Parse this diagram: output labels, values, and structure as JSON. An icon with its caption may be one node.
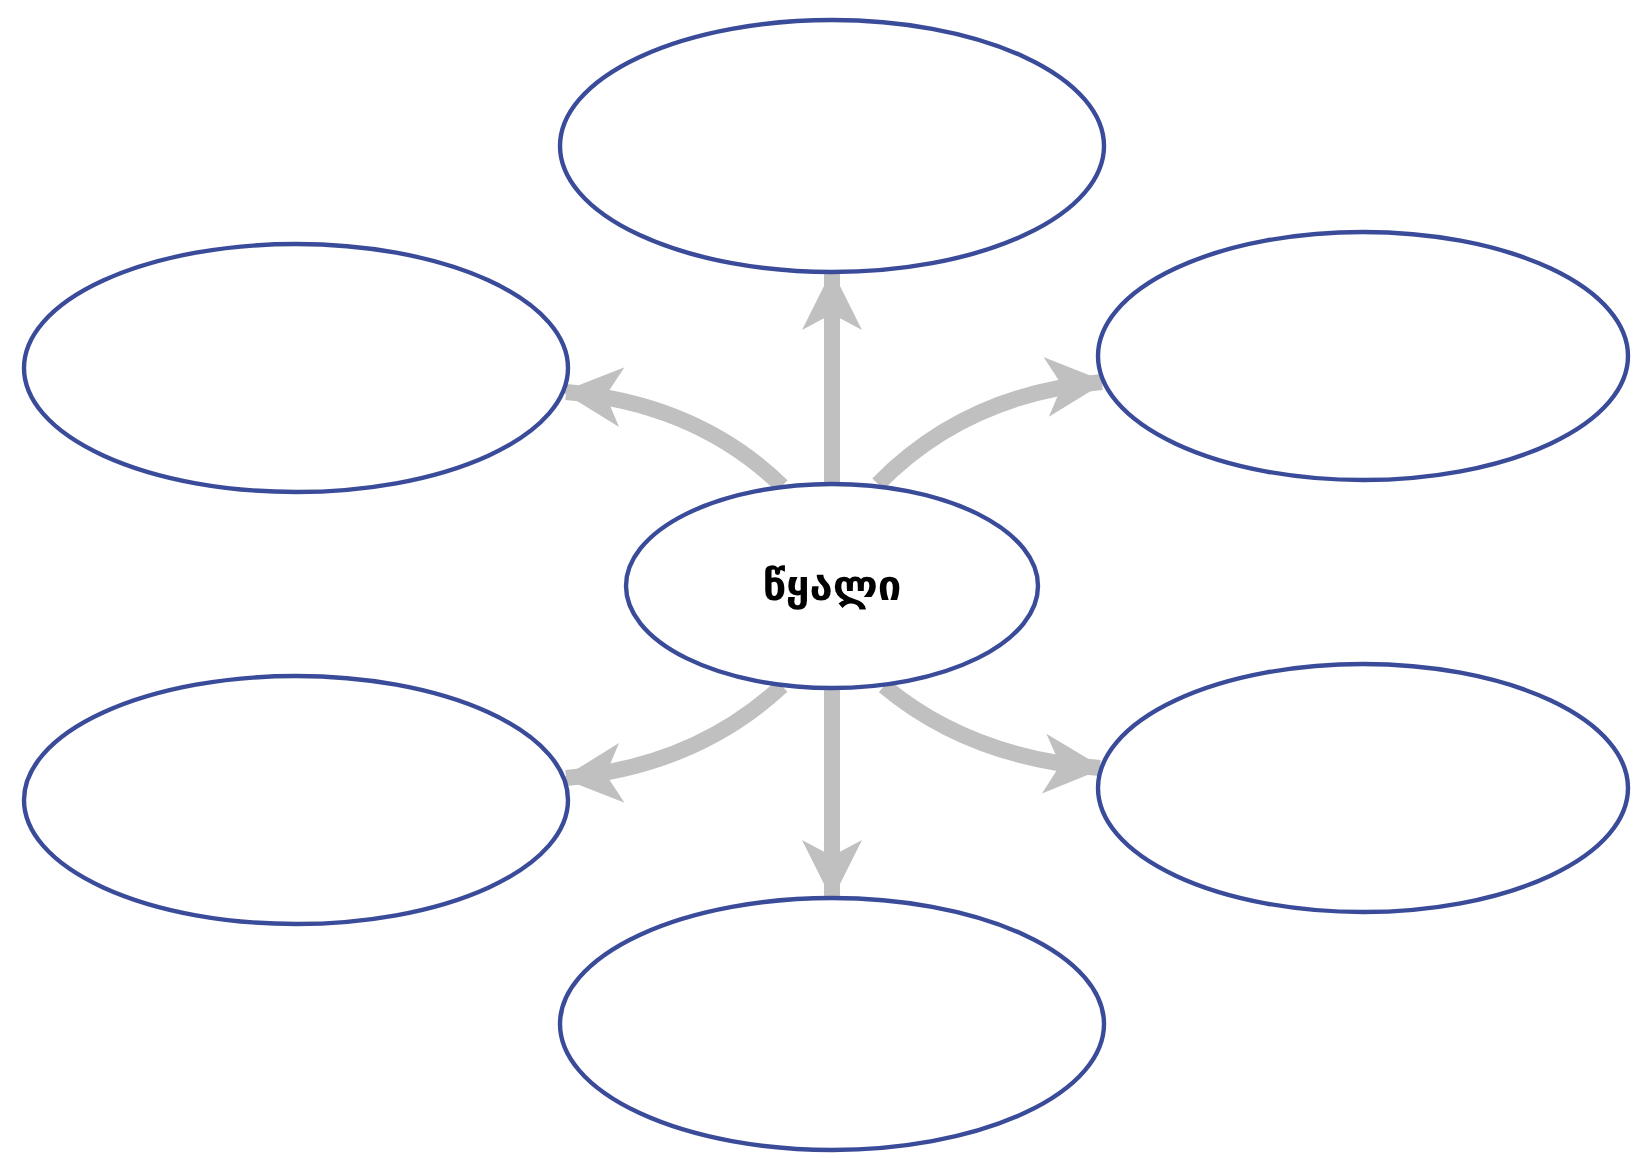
{
  "diagram": {
    "nodes": [
      {
        "text": [],
        "shape": "ellipse"
      },
      {
        "text": [],
        "shape": "ellipse"
      },
      {
        "text": [],
        "shape": "ellipse"
      },
      {
        "text": [
          "წყალი"
        ]
      },
      {
        "text": [],
        "shape": "ellipse"
      },
      {
        "text": [],
        "shape": "ellipse"
      },
      {
        "text": [],
        "shape": "ellipse"
      }
    ],
    "edges": [
      {
        "from": 3,
        "to": 0,
        "arrow": "to"
      },
      {
        "from": 3,
        "to": 1,
        "arrow": "to"
      },
      {
        "from": 3,
        "to": 2,
        "arrow": "to"
      },
      {
        "from": 3,
        "to": 4,
        "arrow": "to"
      },
      {
        "from": 3,
        "to": 5,
        "arrow": "to"
      },
      {
        "from": 3,
        "to": 6,
        "arrow": "to"
      }
    ]
  }
}
